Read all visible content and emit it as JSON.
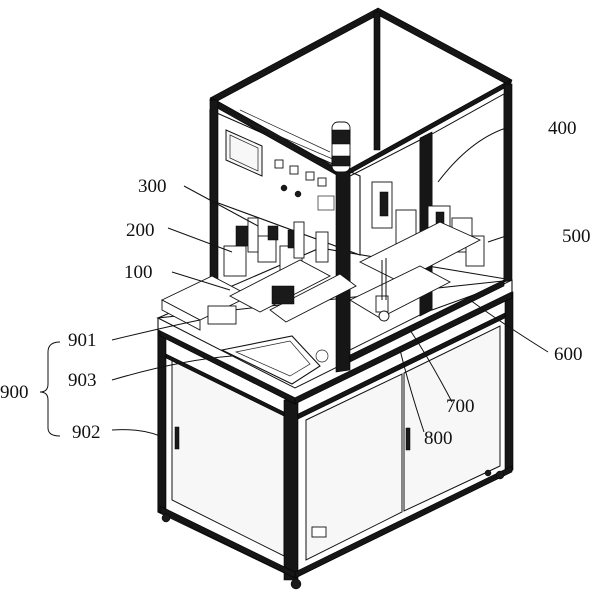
{
  "labels": {
    "l100": "100",
    "l200": "200",
    "l300": "300",
    "l400": "400",
    "l500": "500",
    "l600": "600",
    "l700": "700",
    "l800": "800",
    "l900": "900",
    "l901": "901",
    "l902": "902",
    "l903": "903"
  }
}
